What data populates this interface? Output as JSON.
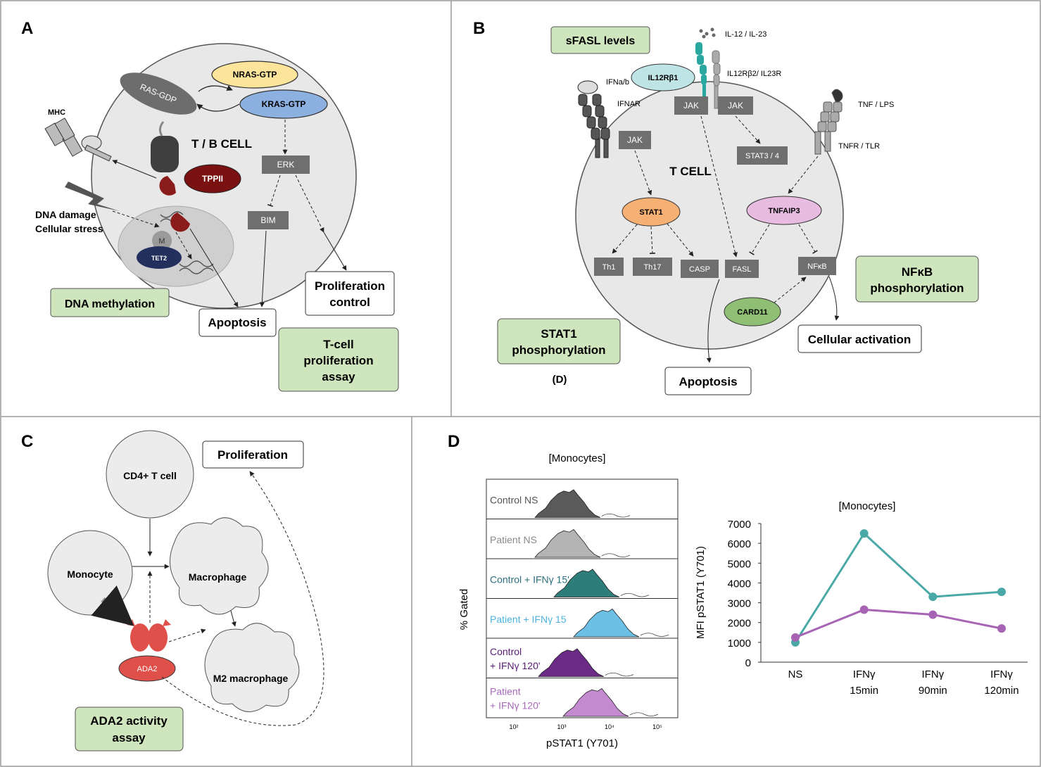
{
  "panel_a": {
    "letter": "A",
    "cell_label": "T / B  CELL",
    "nras": "NRAS-GTP",
    "kras": "KRAS-GTP",
    "ras_gdp": "RAS-GDP",
    "mhc": "MHC",
    "tppii": "TPPII",
    "erk": "ERK",
    "bim": "BIM",
    "dna_damage_1": "DNA damage",
    "dna_damage_2": "Cellular stress",
    "m_label": "M",
    "tet2": "TET2",
    "dna_methylation": "DNA methylation",
    "apoptosis": "Apoptosis",
    "prolif_control_1": "Proliferation",
    "prolif_control_2": "control",
    "tcell_assay_1": "T-cell",
    "tcell_assay_2": "proliferation",
    "tcell_assay_3": "assay"
  },
  "panel_b": {
    "letter": "B",
    "sfasl": "sFASL levels",
    "il12_il23": "IL-12 / IL-23",
    "il12rb1": "IL12Rβ1",
    "il12rb2": "IL12Rβ2/ IL23R",
    "ifnab": "IFNa/b",
    "ifnar": "IFNAR",
    "jak": "JAK",
    "stat34": "STAT3 / 4",
    "tnf_lps": "TNF / LPS",
    "tnfr_tlr": "TNFR / TLR",
    "cell_label": "T CELL",
    "stat1": "STAT1",
    "tnfaip3": "TNFAIP3",
    "th1": "Th1",
    "th17": "Th17",
    "casp": "CASP",
    "fasl": "FASL",
    "nfkb": "NFκB",
    "card11": "CARD11",
    "nfkb_phos_1": "NFκB",
    "nfkb_phos_2": "phosphorylation",
    "stat1_phos_1": "STAT1",
    "stat1_phos_2": "phosphorylation",
    "d_ref": "(D)",
    "cellular_activation": "Cellular activation",
    "apoptosis": "Apoptosis"
  },
  "panel_c": {
    "letter": "C",
    "proliferation": "Proliferation",
    "cd4": "CD4+ T cell",
    "monocyte": "Monocyte",
    "macrophage": "Macrophage",
    "m2_macrophage": "M2 macrophage",
    "ada2": "ADA2",
    "ada2_assay_1": "ADA2 activity",
    "ada2_assay_2": "assay"
  },
  "panel_d": {
    "letter": "D",
    "histogram_title": "[Monocytes]",
    "y_label": "% Gated",
    "x_label": "pSTAT1 (Y701)",
    "x_ticks": [
      "10²",
      "10³",
      "10⁴",
      "10⁵"
    ],
    "tracks": [
      {
        "label_1": "Control NS",
        "label_2": "",
        "color": "#5a5a5a",
        "text_color": "#555555"
      },
      {
        "label_1": "Patient  NS",
        "label_2": "",
        "color": "#b4b4b4",
        "text_color": "#8a8a8a"
      },
      {
        "label_1": "Control + IFNγ 15'",
        "label_2": "",
        "color": "#2d7d7b",
        "text_color": "#2a6f7d"
      },
      {
        "label_1": "Patient + IFNγ 15",
        "label_2": "",
        "color": "#6cc0e5",
        "text_color": "#4cb3e0"
      },
      {
        "label_1": "Control",
        "label_2": "+ IFNγ 120'",
        "color": "#6a2a86",
        "text_color": "#5a2078"
      },
      {
        "label_1": "Patient",
        "label_2": "+ IFNγ 120'",
        "color": "#c48ad0",
        "text_color": "#a668b8"
      }
    ]
  },
  "chart_data": {
    "type": "line",
    "title": "[Monocytes]",
    "xlabel": "",
    "ylabel": "MFI pSTAT1 (Y701)",
    "categories": [
      "NS",
      "IFNγ 15min",
      "IFNγ 90min",
      "IFNγ 120min"
    ],
    "category_lines": [
      [
        "NS"
      ],
      [
        "IFNγ",
        "15min"
      ],
      [
        "IFNγ",
        "90min"
      ],
      [
        "IFNγ",
        "120min"
      ]
    ],
    "ylim": [
      0,
      7000
    ],
    "yticks": [
      0,
      1000,
      2000,
      3000,
      4000,
      5000,
      6000,
      7000
    ],
    "series": [
      {
        "color": "#4aa9a6",
        "values": [
          1000,
          6500,
          3300,
          3550
        ]
      },
      {
        "color": "#a864b4",
        "values": [
          1250,
          2650,
          2400,
          1700
        ]
      }
    ]
  }
}
